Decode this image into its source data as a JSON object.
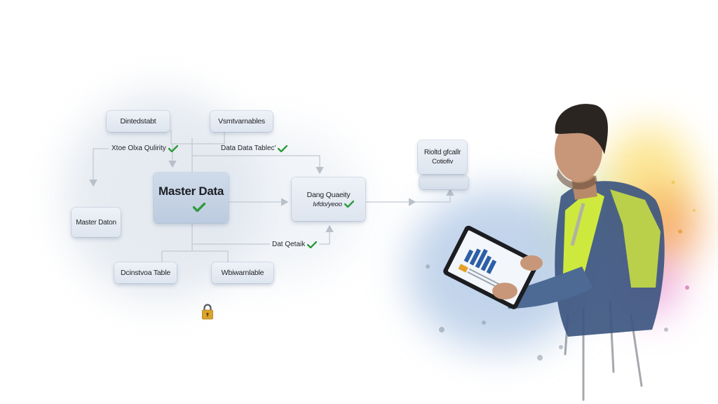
{
  "diagram": {
    "nodes": [
      {
        "id": "top-left",
        "label": "Dintedstabt"
      },
      {
        "id": "top-right",
        "label": "Vsmtvarnables"
      },
      {
        "id": "left",
        "label": "Master Daton"
      },
      {
        "id": "master",
        "label": "Master Data"
      },
      {
        "id": "quality",
        "label": "Dang Quaeity",
        "sublabel": "lvfdo/yeoo"
      },
      {
        "id": "right-stack",
        "label": "Rioltd gfcallr",
        "sublabel": "Cotiofiv"
      },
      {
        "id": "bottom-left",
        "label": "Dcinstvoa Table"
      },
      {
        "id": "bottom-right",
        "label": "Wbiwarnlable"
      }
    ],
    "edge_labels": [
      {
        "id": "quality-edge",
        "label": "Xtoe Olxa Qulirity"
      },
      {
        "id": "tables-edge",
        "label": "Data Data Tablec'"
      },
      {
        "id": "detail-edge",
        "label": "Dat Qetaik"
      }
    ],
    "icons": {
      "check": "check-icon",
      "lock": "padlock-icon"
    }
  },
  "illustration": {
    "subject": "worker-with-tablet",
    "vest_color": "#d6f03a",
    "shirt_color": "#3d5680",
    "tablet_chart_color": "#2d5fa8"
  },
  "colors": {
    "check": "#2e9a3c",
    "connector": "#b9c0c9",
    "node_bg": "#e3e9f1",
    "master_bg": "#c6d3e5",
    "lock": "#d9a52b"
  }
}
